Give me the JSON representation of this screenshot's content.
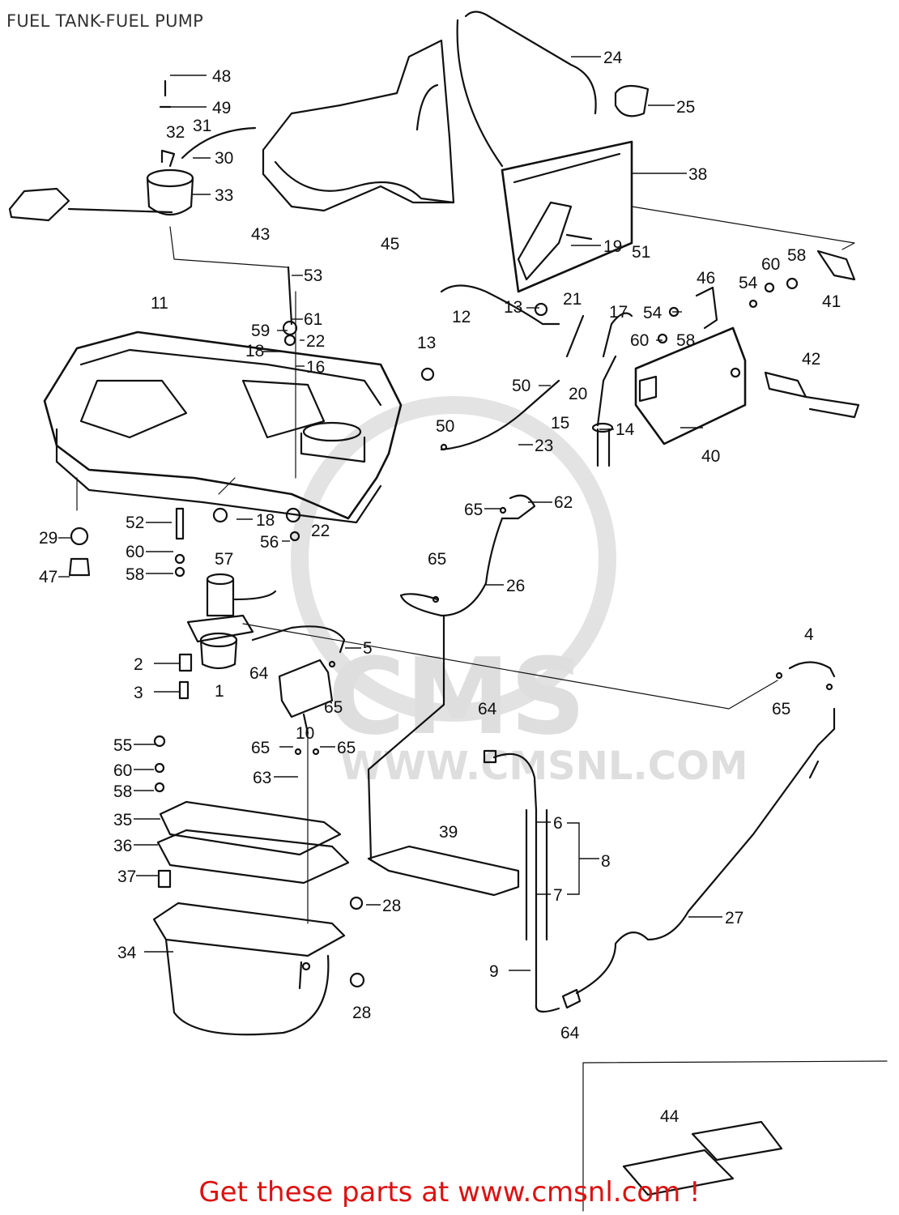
{
  "title": "FUEL TANK-FUEL PUMP",
  "watermark": {
    "brand": "CMS",
    "url": "WWW.CMSNL.COM"
  },
  "footer": "Get these parts at www.cmsnl.com !",
  "colors": {
    "ink": "#111111",
    "footer": "#dd1111",
    "watermark": "#d9d9d9"
  },
  "callouts": [
    "48",
    "49",
    "32",
    "31",
    "30",
    "33",
    "43",
    "45",
    "24",
    "25",
    "38",
    "19",
    "51",
    "21",
    "17",
    "13",
    "12",
    "13",
    "50",
    "15",
    "20",
    "14",
    "11",
    "53",
    "61",
    "59",
    "22",
    "18",
    "16",
    "46",
    "54",
    "60",
    "58",
    "41",
    "54",
    "60",
    "58",
    "42",
    "40",
    "50",
    "23",
    "29",
    "47",
    "52",
    "60",
    "58",
    "57",
    "18",
    "22",
    "56",
    "65",
    "62",
    "65",
    "26",
    "2",
    "3",
    "1",
    "64",
    "5",
    "65",
    "4",
    "65",
    "55",
    "60",
    "58",
    "65",
    "10",
    "65",
    "63",
    "64",
    "35",
    "36",
    "37",
    "39",
    "6",
    "8",
    "7",
    "28",
    "27",
    "34",
    "9",
    "28",
    "64",
    "44"
  ]
}
